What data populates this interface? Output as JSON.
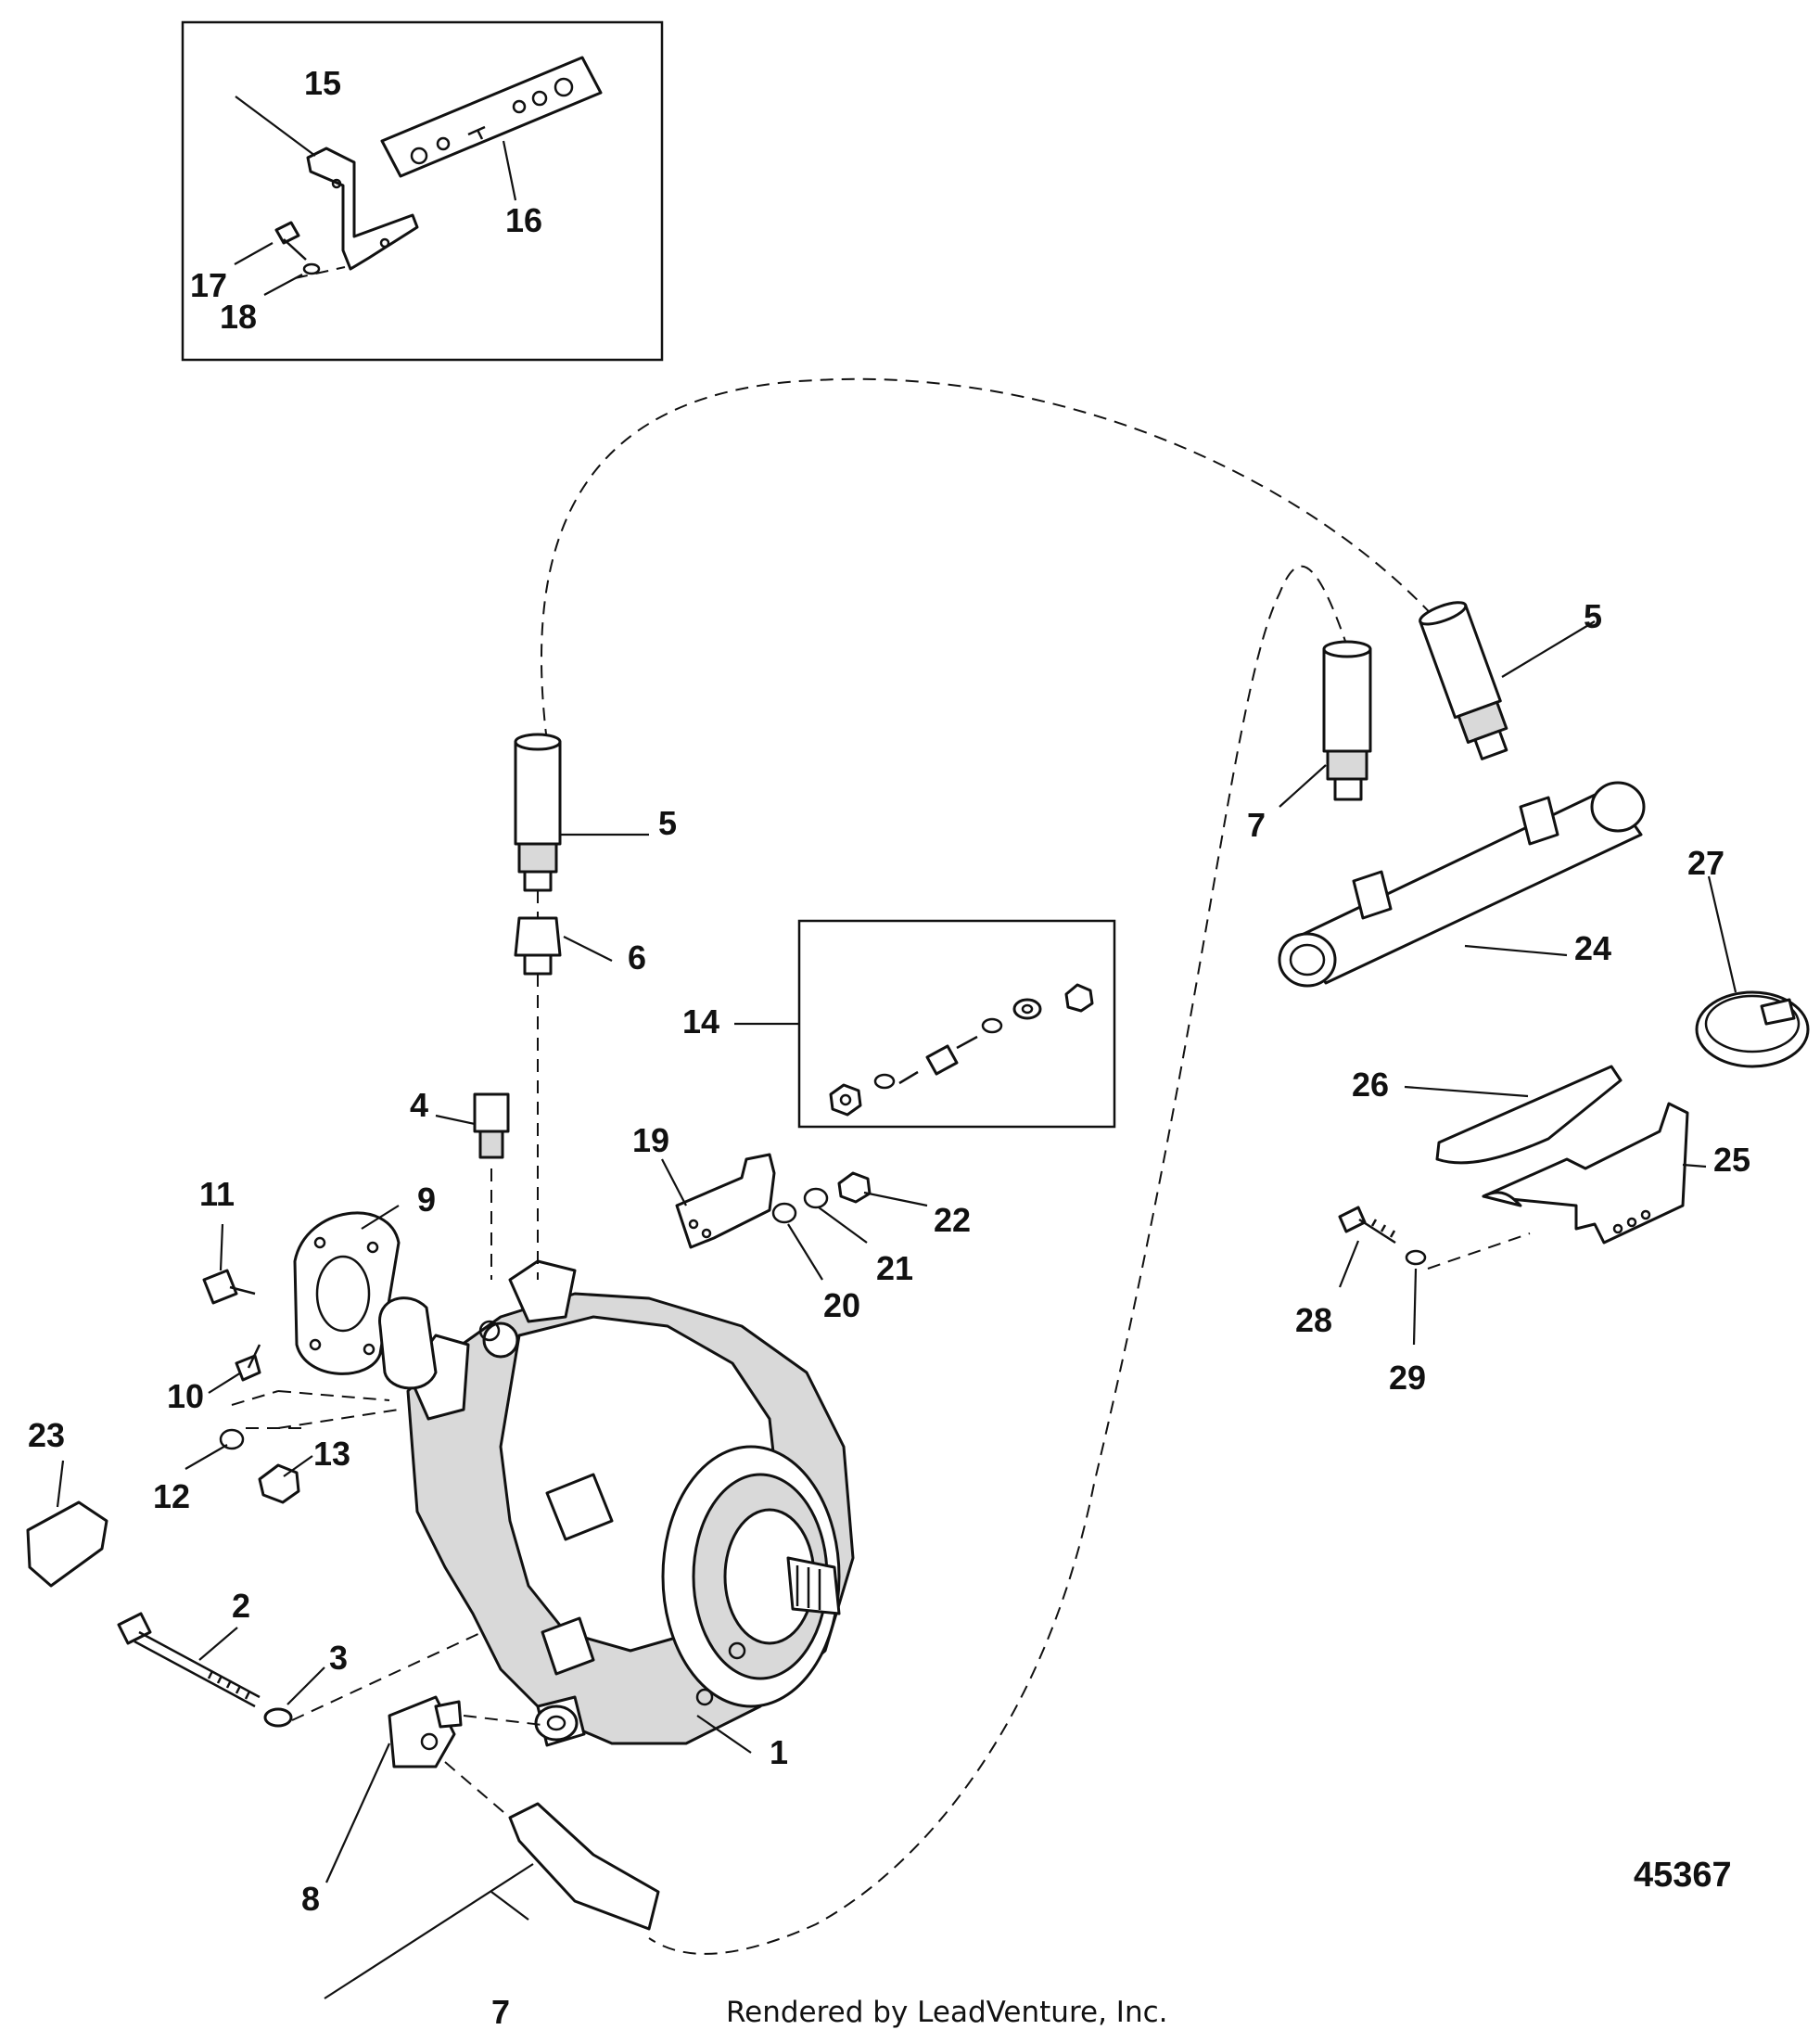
{
  "callouts": [
    {
      "id": "c1",
      "text": "1"
    },
    {
      "id": "c2",
      "text": "2"
    },
    {
      "id": "c3",
      "text": "3"
    },
    {
      "id": "c4",
      "text": "4"
    },
    {
      "id": "c5a",
      "text": "5"
    },
    {
      "id": "c5b",
      "text": "5"
    },
    {
      "id": "c6",
      "text": "6"
    },
    {
      "id": "c7a",
      "text": "7"
    },
    {
      "id": "c7b",
      "text": "7"
    },
    {
      "id": "c8",
      "text": "8"
    },
    {
      "id": "c9",
      "text": "9"
    },
    {
      "id": "c10",
      "text": "10"
    },
    {
      "id": "c11",
      "text": "11"
    },
    {
      "id": "c12",
      "text": "12"
    },
    {
      "id": "c13",
      "text": "13"
    },
    {
      "id": "c14",
      "text": "14"
    },
    {
      "id": "c15",
      "text": "15"
    },
    {
      "id": "c16",
      "text": "16"
    },
    {
      "id": "c17",
      "text": "17"
    },
    {
      "id": "c18",
      "text": "18"
    },
    {
      "id": "c19",
      "text": "19"
    },
    {
      "id": "c20",
      "text": "20"
    },
    {
      "id": "c21",
      "text": "21"
    },
    {
      "id": "c22",
      "text": "22"
    },
    {
      "id": "c23",
      "text": "23"
    },
    {
      "id": "c24",
      "text": "24"
    },
    {
      "id": "c25",
      "text": "25"
    },
    {
      "id": "c26",
      "text": "26"
    },
    {
      "id": "c27",
      "text": "27"
    },
    {
      "id": "c28",
      "text": "28"
    },
    {
      "id": "c29",
      "text": "29"
    }
  ],
  "figure_number": "45367",
  "credit": "Rendered by LeadVenture, Inc."
}
